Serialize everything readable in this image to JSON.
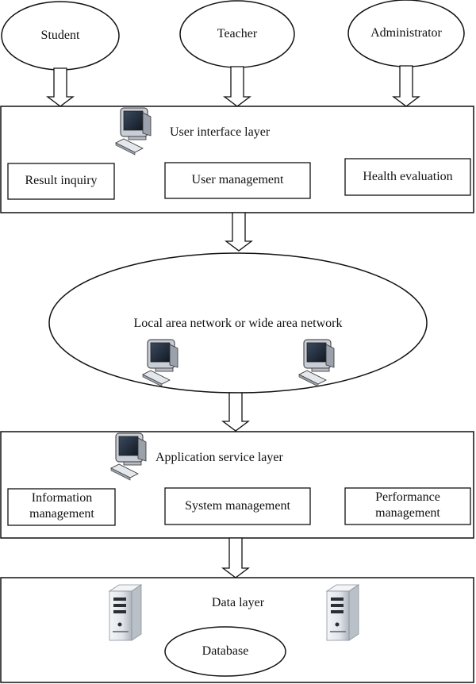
{
  "actors": {
    "student": "Student",
    "teacher": "Teacher",
    "administrator": "Administrator"
  },
  "user_interface_layer": {
    "title": "User interface layer",
    "modules": [
      "Result inquiry",
      "User management",
      "Health evaluation"
    ]
  },
  "network": {
    "title": "Local area network or wide area network"
  },
  "application_service_layer": {
    "title": "Application service layer",
    "modules": [
      "Information management",
      "System management",
      "Performance management"
    ]
  },
  "data_layer": {
    "title": "Data layer",
    "store": "Database"
  },
  "icons": [
    "computer-icon",
    "server-icon"
  ],
  "colors": {
    "stroke": "#111111",
    "monitor_screen": "#1f2a3a",
    "server_body": "#dfe3e8"
  }
}
